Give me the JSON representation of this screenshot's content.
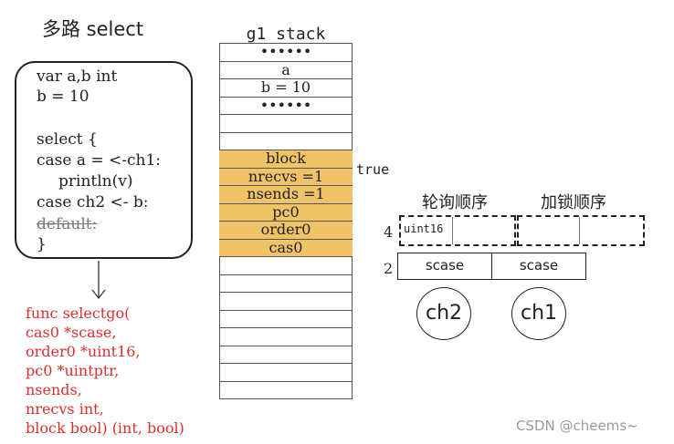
{
  "title": "多路 select",
  "code": {
    "line1": "var a,b int",
    "line2": "b = 10",
    "line3": "select {",
    "line4": "case a = <-ch1:",
    "line5": "println(v)",
    "line6": "case ch2 <- b:",
    "line7": "default:",
    "line8": "}"
  },
  "func_sig": [
    "func selectgo(",
    "cas0 *scase,",
    "order0 *uint16,",
    "pc0 *uintptr,",
    "nsends,",
    "nrecvs int,",
    "block bool) (int, bool)"
  ],
  "stack": {
    "title": "g1 stack",
    "rows": [
      "••••••",
      "a",
      "b = 10",
      "••••••",
      "",
      "",
      "block",
      "nrecvs =1",
      "nsends =1",
      "pc0",
      "order0",
      "cas0",
      "",
      "",
      "",
      "",
      "",
      "",
      "",
      ""
    ],
    "highlight_color": "#f0c368",
    "block_value": "true"
  },
  "order": {
    "poll_label": "轮询顺序",
    "lock_label": "加锁顺序",
    "count": "4",
    "cell_label": "uint16"
  },
  "scases": {
    "count": "2",
    "labels": [
      "scase",
      "scase"
    ]
  },
  "channels": [
    "ch2",
    "ch1"
  ],
  "watermark": "CSDN @cheems~"
}
